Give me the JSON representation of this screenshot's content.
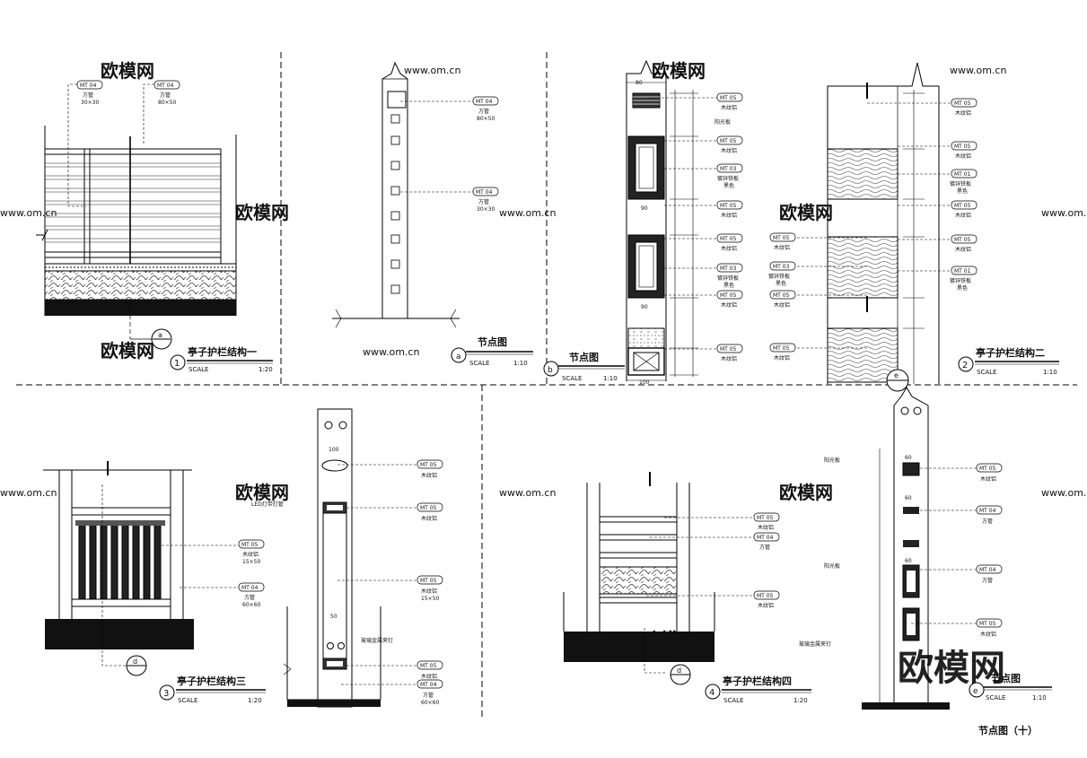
{
  "sheet_title": "节点图（十）",
  "views": {
    "v1": {
      "no": "1",
      "title": "亭子护栏结构一",
      "scale_label": "SCALE",
      "scale": "1:20"
    },
    "va": {
      "no": "a",
      "title": "节点图",
      "scale_label": "SCALE",
      "scale": "1:10"
    },
    "vb": {
      "no": "b",
      "title": "节点图",
      "scale_label": "SCALE",
      "scale": "1:10"
    },
    "v2": {
      "no": "2",
      "title": "亭子护栏结构二",
      "scale_label": "SCALE",
      "scale": "1:10"
    },
    "v3": {
      "no": "3",
      "title": "亭子护栏结构三",
      "scale_label": "SCALE",
      "scale": "1:20"
    },
    "v4": {
      "no": "4",
      "title": "亭子护栏结构四",
      "scale_label": "SCALE",
      "scale": "1:20"
    },
    "ve": {
      "no": "e",
      "title": "节点图",
      "scale_label": "SCALE",
      "scale": "1:10"
    }
  },
  "callouts": {
    "mt04": "MT 04",
    "mt05": "MT 05",
    "mt03": "MT 03",
    "mt01": "MT 01",
    "c_a": "a",
    "c_b": "b",
    "c_d": "d",
    "c_e": "e"
  },
  "notes": {
    "fg30": "方管",
    "fg30b": "30×30",
    "fg80": "方管",
    "fg80b": "80×50",
    "fg6060": "60×60",
    "fg": "方管",
    "mws": "木纹铝",
    "mws1550": "15×50",
    "yyb": "阳光板",
    "qm": "镀锌铁板",
    "hs": "黑色",
    "led": "LED灯带灯管",
    "boli": "玻璃金属夹钉",
    "d100": "100",
    "d60": "60",
    "d80": "80",
    "d90": "90",
    "d50": "50"
  },
  "watermark": {
    "brand": "欧模网",
    "url": "www.om.cn"
  }
}
